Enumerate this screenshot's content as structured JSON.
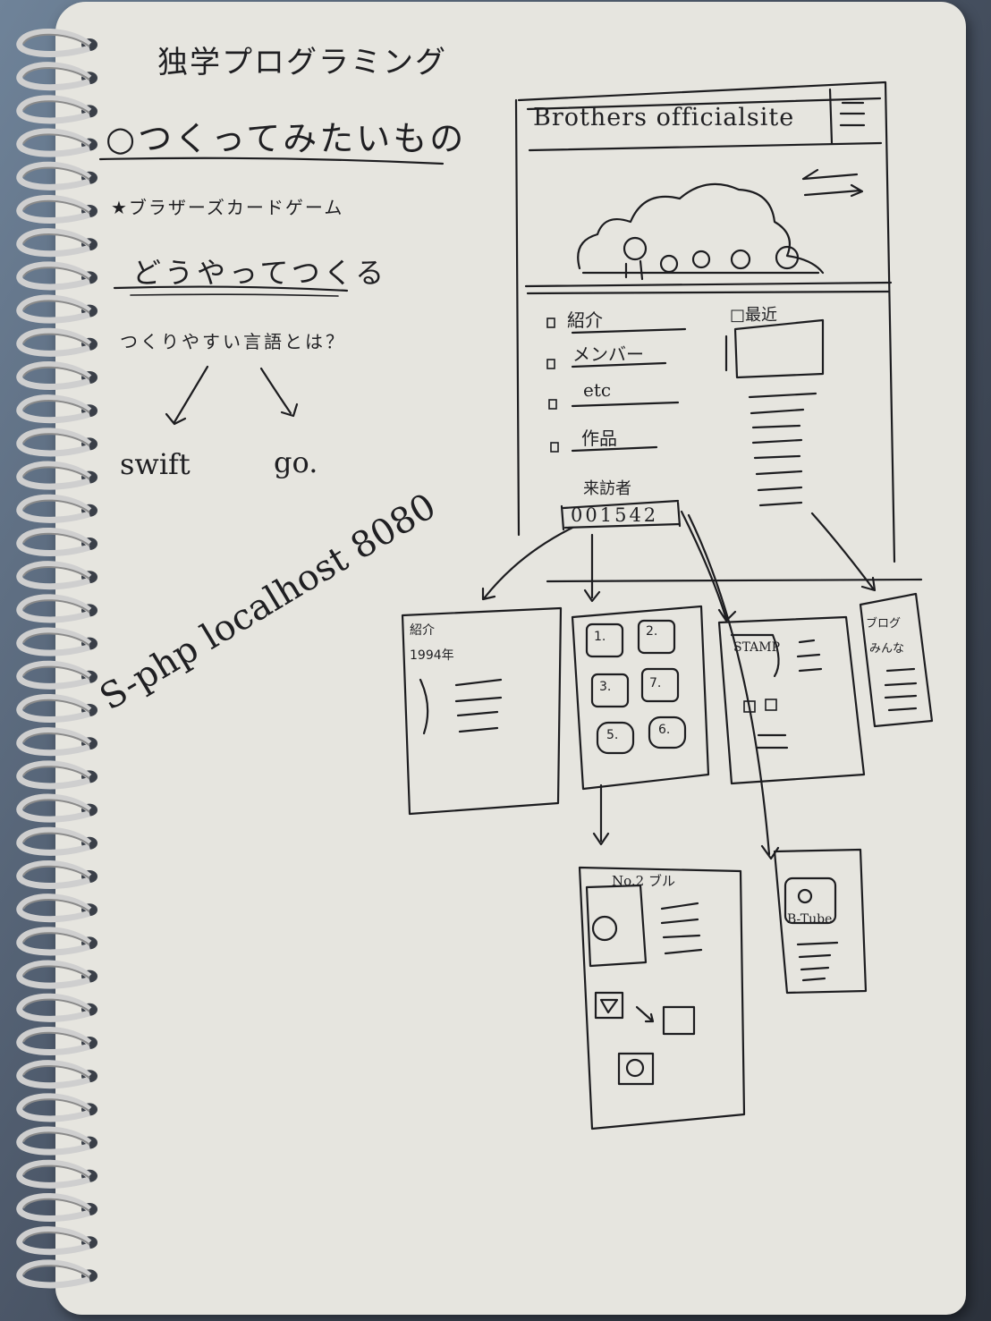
{
  "notebook": {
    "header": "独学プログラミング",
    "heading": "○つくってみたいもの",
    "goal": "★ブラザーズカードゲーム",
    "subheading": "どうやってつくる",
    "question": "つくりやすい言語とは？",
    "options": [
      "swift",
      "go."
    ],
    "diagonal_note": "S-php localhost 8080"
  },
  "wireframe": {
    "site_title": "Brothers officialsite",
    "menu_icon": "hamburger-menu-icon",
    "nav_items": [
      "紹介",
      "メンバー",
      "etc",
      "作品"
    ],
    "recent_label": "□最近",
    "visitor_label": "来訪者",
    "visitor_counter": "001542",
    "screens": {
      "intro": {
        "line1": "紹介",
        "line2": "1994年"
      },
      "grid": {
        "cells": [
          "1.",
          "2.",
          "3.",
          "7.",
          "5.",
          "6."
        ]
      },
      "stamp": {
        "label": "STAMP"
      },
      "blog": {
        "line1": "ブログ",
        "line2": "みんな"
      },
      "detail": {
        "label": "No.2 ブル"
      },
      "video": {
        "label": "B-Tube"
      }
    }
  }
}
